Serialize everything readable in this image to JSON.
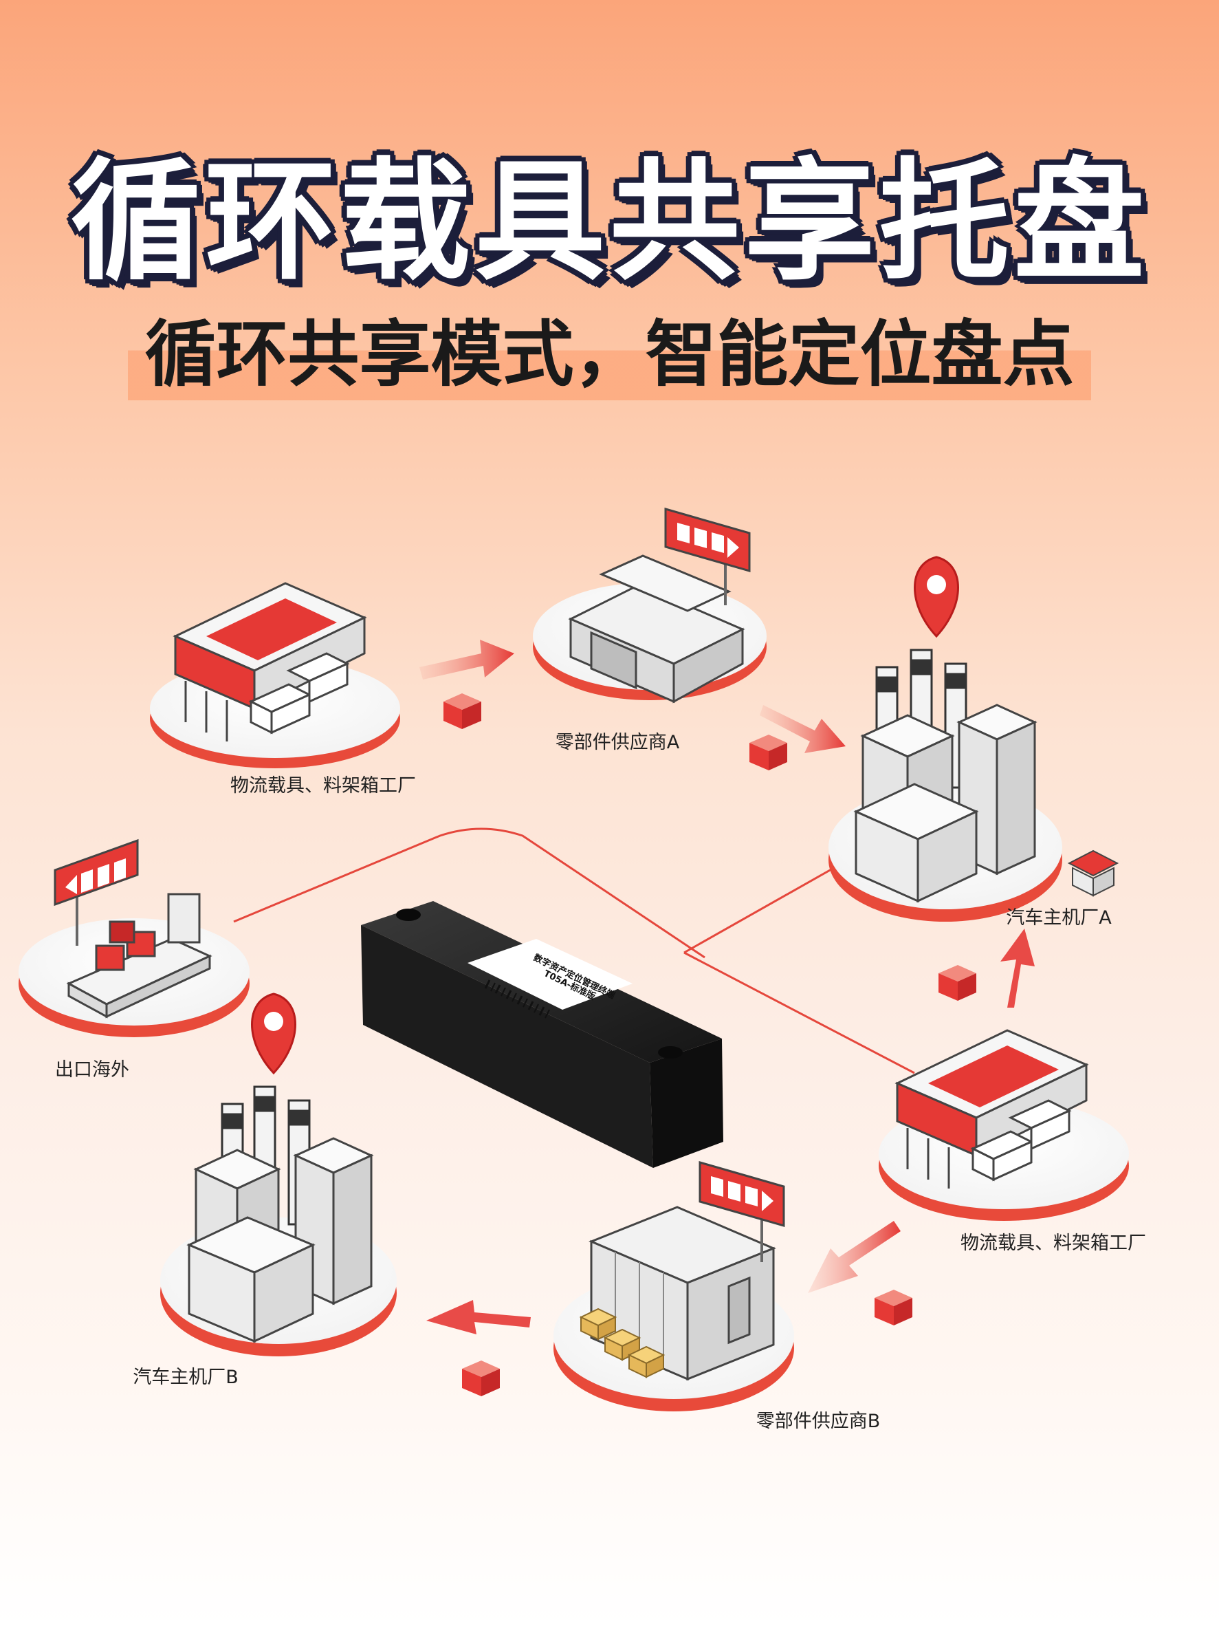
{
  "title": "循环载具共享托盘",
  "subtitle": "循环共享模式，智能定位盘点",
  "nodes": {
    "factory_top": "物流载具、料架箱工厂",
    "supplier_a": "零部件供应商A",
    "oem_a": "汽车主机厂A",
    "export": "出口海外",
    "factory_right": "物流载具、料架箱工厂",
    "supplier_b": "零部件供应商B",
    "oem_b": "汽车主机厂B"
  },
  "device": {
    "label_line1": "数字资产定位管理终端",
    "label_line2": "T05A-标准版"
  },
  "colors": {
    "accent": "#e53935",
    "navy": "#1c1e3a",
    "device": "#1a1a1a"
  }
}
